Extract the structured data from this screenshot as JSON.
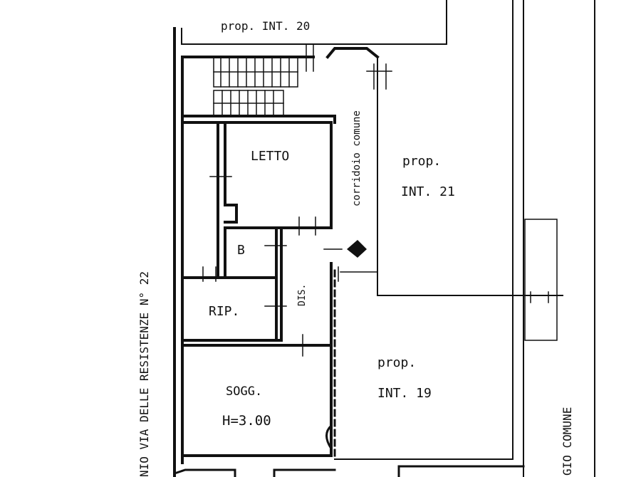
{
  "labels": {
    "prop_int_20": "prop. INT. 20",
    "corridor": "corridoio comune",
    "letto": "LETTO",
    "prop_21_line1": "prop.",
    "prop_21_line2": "INT. 21",
    "bagno": "B",
    "ripostiglio": "RIP.",
    "disimpegno": "DIS.",
    "prop_19_line1": "prop.",
    "prop_19_line2": "INT. 19",
    "soggiorno": "SOGG.",
    "height": "H=3.00",
    "street": "NIO VIA DELLE RESISTENZE N° 22",
    "gio_comune": "GIO COMUNE"
  },
  "colors": {
    "ink": "#111111",
    "paper": "#ffffff"
  }
}
